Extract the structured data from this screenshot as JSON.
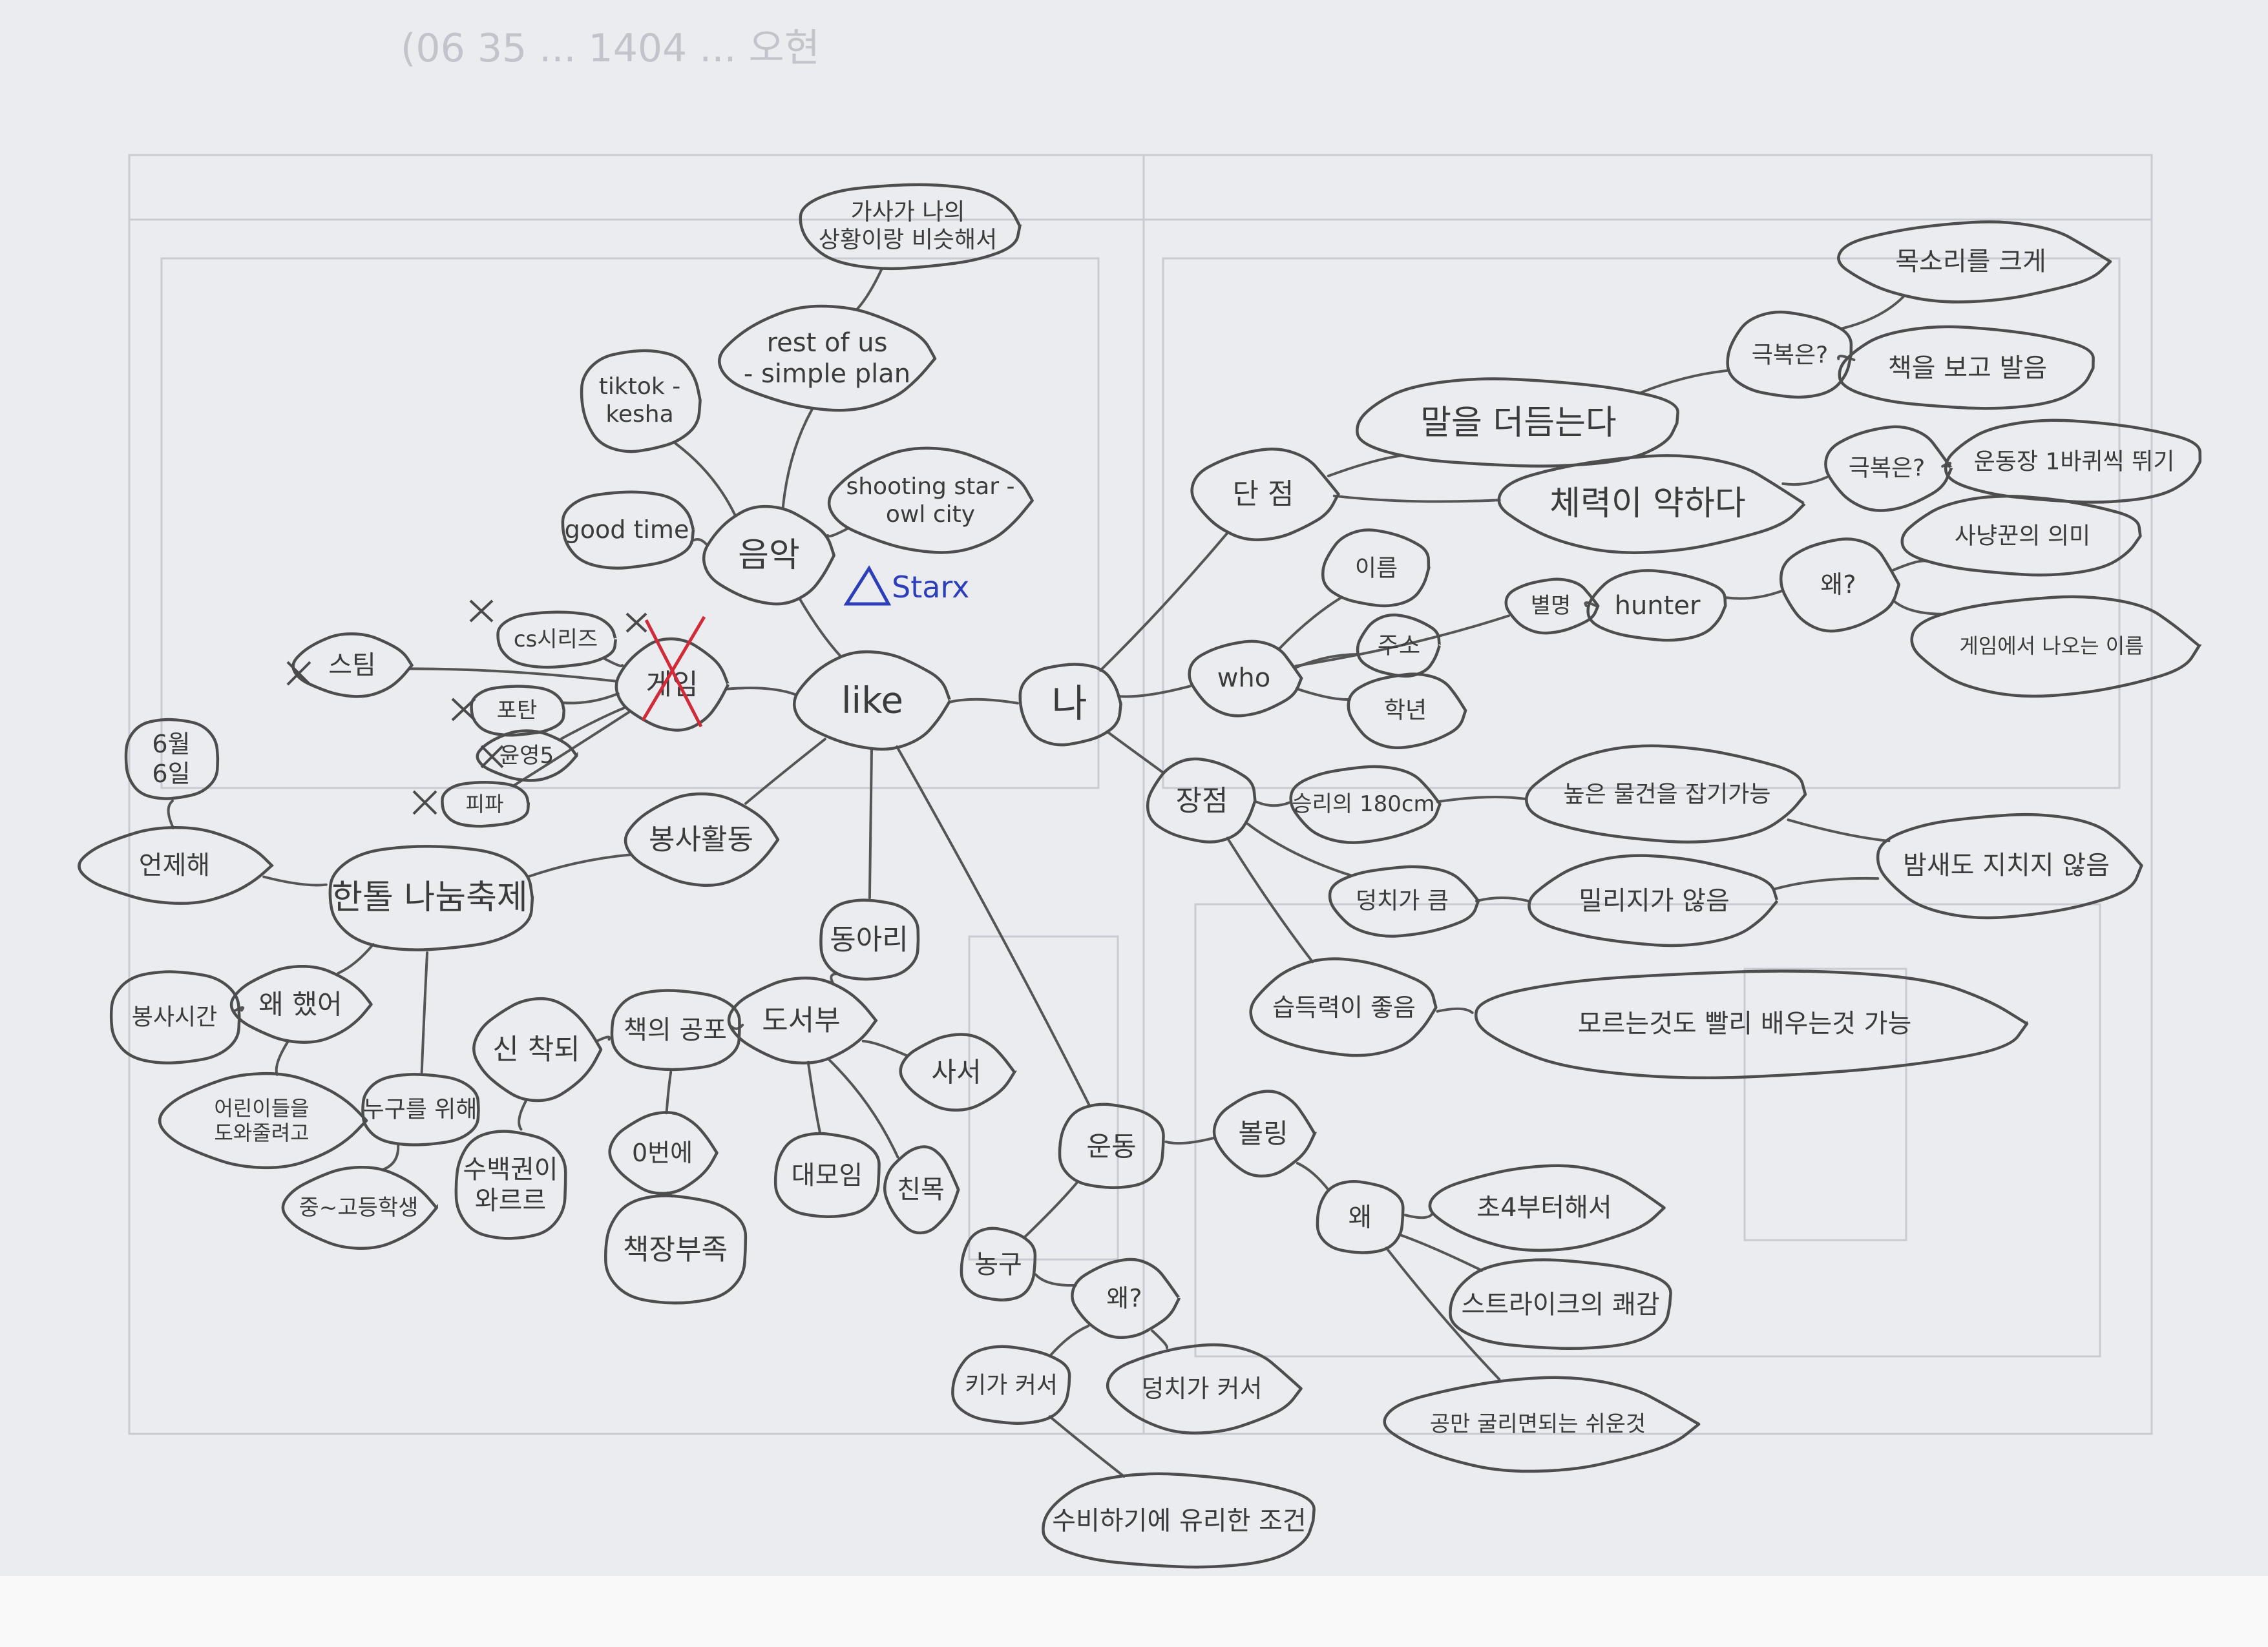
{
  "header_note": "(06 35 ... 1404 ... 오현",
  "annotation_blue": "Starx",
  "nodes": {
    "like": "like",
    "na": "나",
    "music": "음악",
    "music_lyrics": "가사가 나의 상황이랑 비슷해서",
    "music_restofus": "rest of us - simple plan",
    "music_tiktok": "tiktok - kesha",
    "music_shooting": "shooting star - owl city",
    "music_goodtime": "good time",
    "game": "게임",
    "game_cs": "cs시리즈",
    "game_steam": "스팀",
    "game_potan": "포탄",
    "game_yunyoung": "윤영5",
    "game_fifa": "피파",
    "volunteer": "봉사활동",
    "festival": "한톨 나눔축제",
    "when": "언제해",
    "date": "6월 6일",
    "why_did": "왜 했어",
    "service_time": "봉사시간",
    "help_kids": "어린이들을 도와줄려고",
    "group": "누구를 위해",
    "students": "중~고등학생",
    "club": "동아리",
    "library": "도서부",
    "book_donation": "책의 공포",
    "new_lib": "신 착되",
    "many_book": "수백권이 와르르",
    "why_book": "0번에",
    "shelf_lack": "책장부족",
    "clerk": "사서",
    "daemo": "대모임",
    "chumok": "친목",
    "sport": "운동",
    "bowling": "볼링",
    "why_bowling": "왜",
    "from_elem": "초4부터해서",
    "strike": "스트라이크의 쾌감",
    "ball_fast": "공만 굴리면되는 쉬운것",
    "basket": "농구",
    "why_basket": "왜?",
    "tall": "키가 커서",
    "big_body": "덩치가 커서",
    "defense": "수비하기에 유리한 조건",
    "weak": "단 점",
    "weak_talk": "말을 더듬는다",
    "weak_stamina": "체력이 약하다",
    "fix1": "극복은?",
    "fix1_a": "목소리를 크게",
    "fix1_b": "책을 보고 발음",
    "fix2": "극복은?",
    "fix2_a": "운동장 1바퀴씩 뛰기",
    "who": "who",
    "name": "이름",
    "nickname": "별명",
    "hunter": "hunter",
    "why_nick": "왜?",
    "reason_a": "사냥꾼의 의미",
    "reason_b": "게임에서 나오는 이름",
    "address": "주소",
    "grade": "학년",
    "strong": "장점",
    "height": "승리의 180cm",
    "height_a": "높은 물건을 잡기가능",
    "body": "덩치가 큼",
    "body_a": "밀리지가 않음",
    "endure": "밤새도 지치지 않음",
    "learn": "습득력이 좋음",
    "learn_a": "모르는것도 빨리 배우는것 가능"
  }
}
